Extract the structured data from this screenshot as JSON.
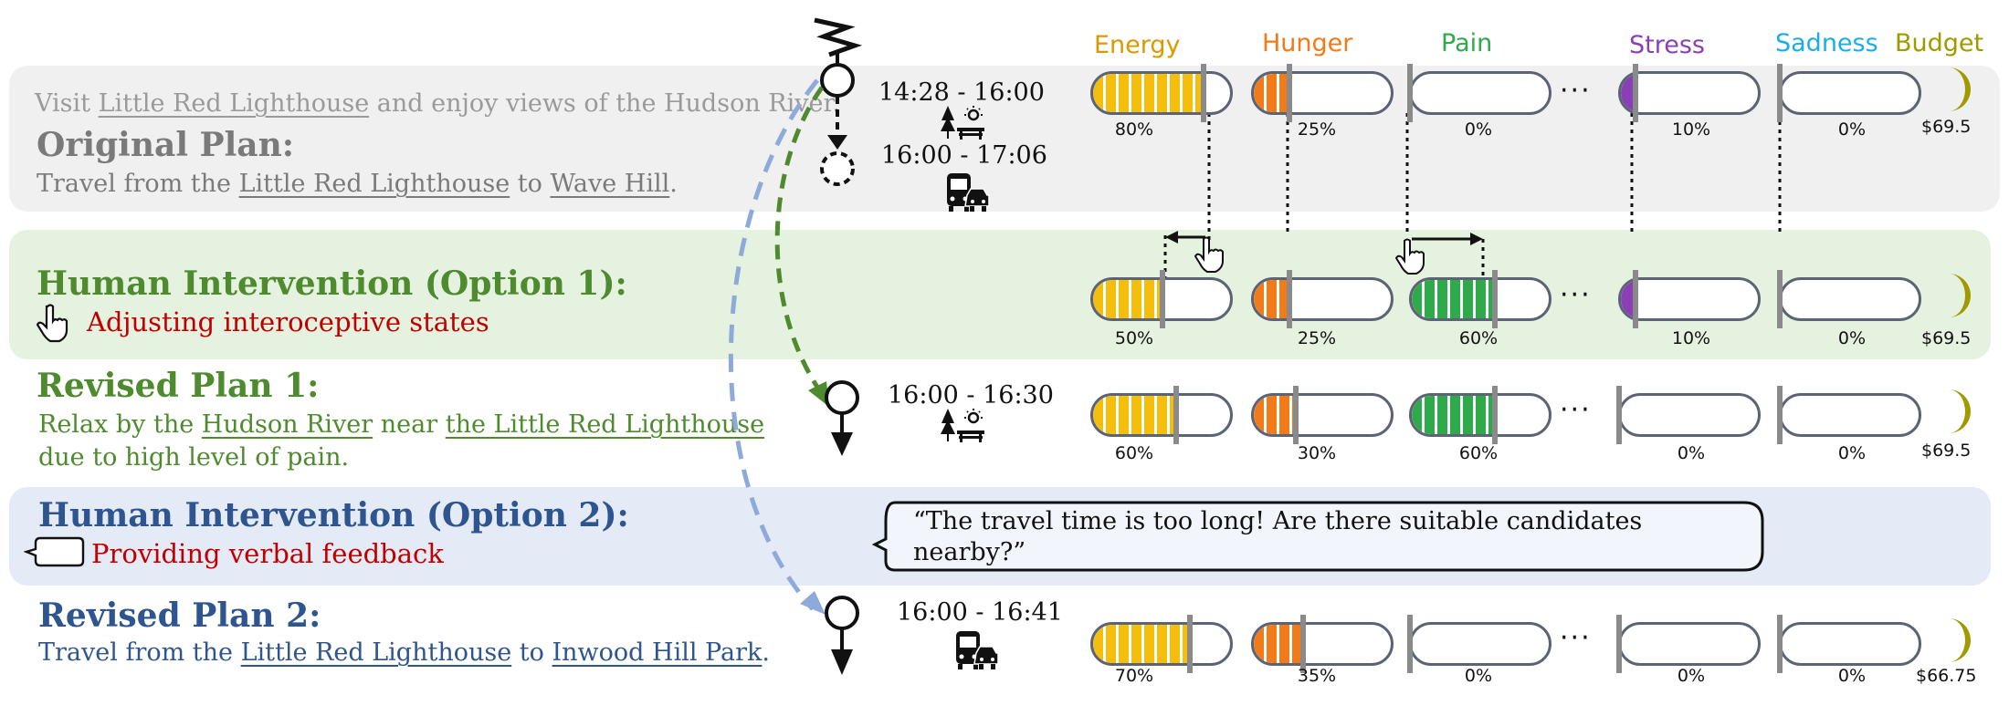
{
  "headers": {
    "energy": "Energy",
    "hunger": "Hunger",
    "pain": "Pain",
    "stress": "Stress",
    "sadness": "Sadness",
    "budget": "Budget"
  },
  "colors": {
    "energy": "#f5bd0c",
    "hunger": "#f27a18",
    "pain": "#2eaa4a",
    "stress": "#8a3fb5",
    "sadness": "#1aaee6",
    "budget": "#a09a00",
    "band_gray": "#f0f0f0",
    "band_green": "#e6f2e0",
    "band_blue": "#e4eaf6",
    "text_green": "#4e8a2e",
    "text_blue": "#2e5590",
    "text_red": "#c00000",
    "text_gray": "#7a7a7a"
  },
  "original": {
    "visit_prefix": "Visit ",
    "visit_link": "Little Red Lighthouse",
    "visit_suffix": " and enjoy views of the Hudson River.",
    "title": "Original Plan:",
    "desc_prefix": "Travel from the ",
    "desc_link1": "Little Red Lighthouse",
    "desc_mid": " to ",
    "desc_link2": "Wave Hill",
    "desc_suffix": ".",
    "time1": "14:28 - 16:00",
    "time2": "16:00 - 17:06",
    "energy": "80%",
    "hunger": "25%",
    "pain": "0%",
    "stress": "10%",
    "sadness": "0%",
    "budget": "$69.5"
  },
  "option1": {
    "title": "Human Intervention (Option 1):",
    "subtitle": "Adjusting interoceptive states",
    "energy": "50%",
    "hunger": "25%",
    "pain": "60%",
    "stress": "10%",
    "sadness": "0%",
    "budget": "$69.5"
  },
  "revised1": {
    "title": "Revised Plan 1:",
    "desc_prefix": "Relax by the ",
    "desc_link1": "Hudson River",
    "desc_mid": " near ",
    "desc_link2": "the Little Red Lighthouse",
    "desc_line2": "due to high level of pain.",
    "time": "16:00 - 16:30",
    "energy": "60%",
    "hunger": "30%",
    "pain": "60%",
    "stress": "0%",
    "sadness": "0%",
    "budget": "$69.5"
  },
  "option2": {
    "title": "Human Intervention (Option 2):",
    "subtitle": "Providing verbal feedback",
    "quote_line1": "“The travel time is too long! Are there suitable candidates",
    "quote_line2": "nearby?”"
  },
  "revised2": {
    "title": "Revised Plan 2:",
    "desc_prefix": "Travel from the ",
    "desc_link1": "Little Red Lighthouse",
    "desc_mid": " to ",
    "desc_link2": "Inwood Hill Park",
    "desc_suffix": ".",
    "time": "16:00 - 16:41",
    "energy": "70%",
    "hunger": "35%",
    "pain": "0%",
    "stress": "0%",
    "sadness": "0%",
    "budget": "$66.75"
  },
  "levels": {
    "original": {
      "energy": 0.8,
      "hunger": 0.25,
      "pain": 0,
      "stress": 0.1,
      "sadness": 0
    },
    "option1": {
      "energy": 0.5,
      "hunger": 0.25,
      "pain": 0.6,
      "stress": 0.1,
      "sadness": 0
    },
    "revised1": {
      "energy": 0.6,
      "hunger": 0.3,
      "pain": 0.6,
      "stress": 0,
      "sadness": 0
    },
    "revised2": {
      "energy": 0.7,
      "hunger": 0.35,
      "pain": 0,
      "stress": 0,
      "sadness": 0
    }
  },
  "ellipsis": "···"
}
